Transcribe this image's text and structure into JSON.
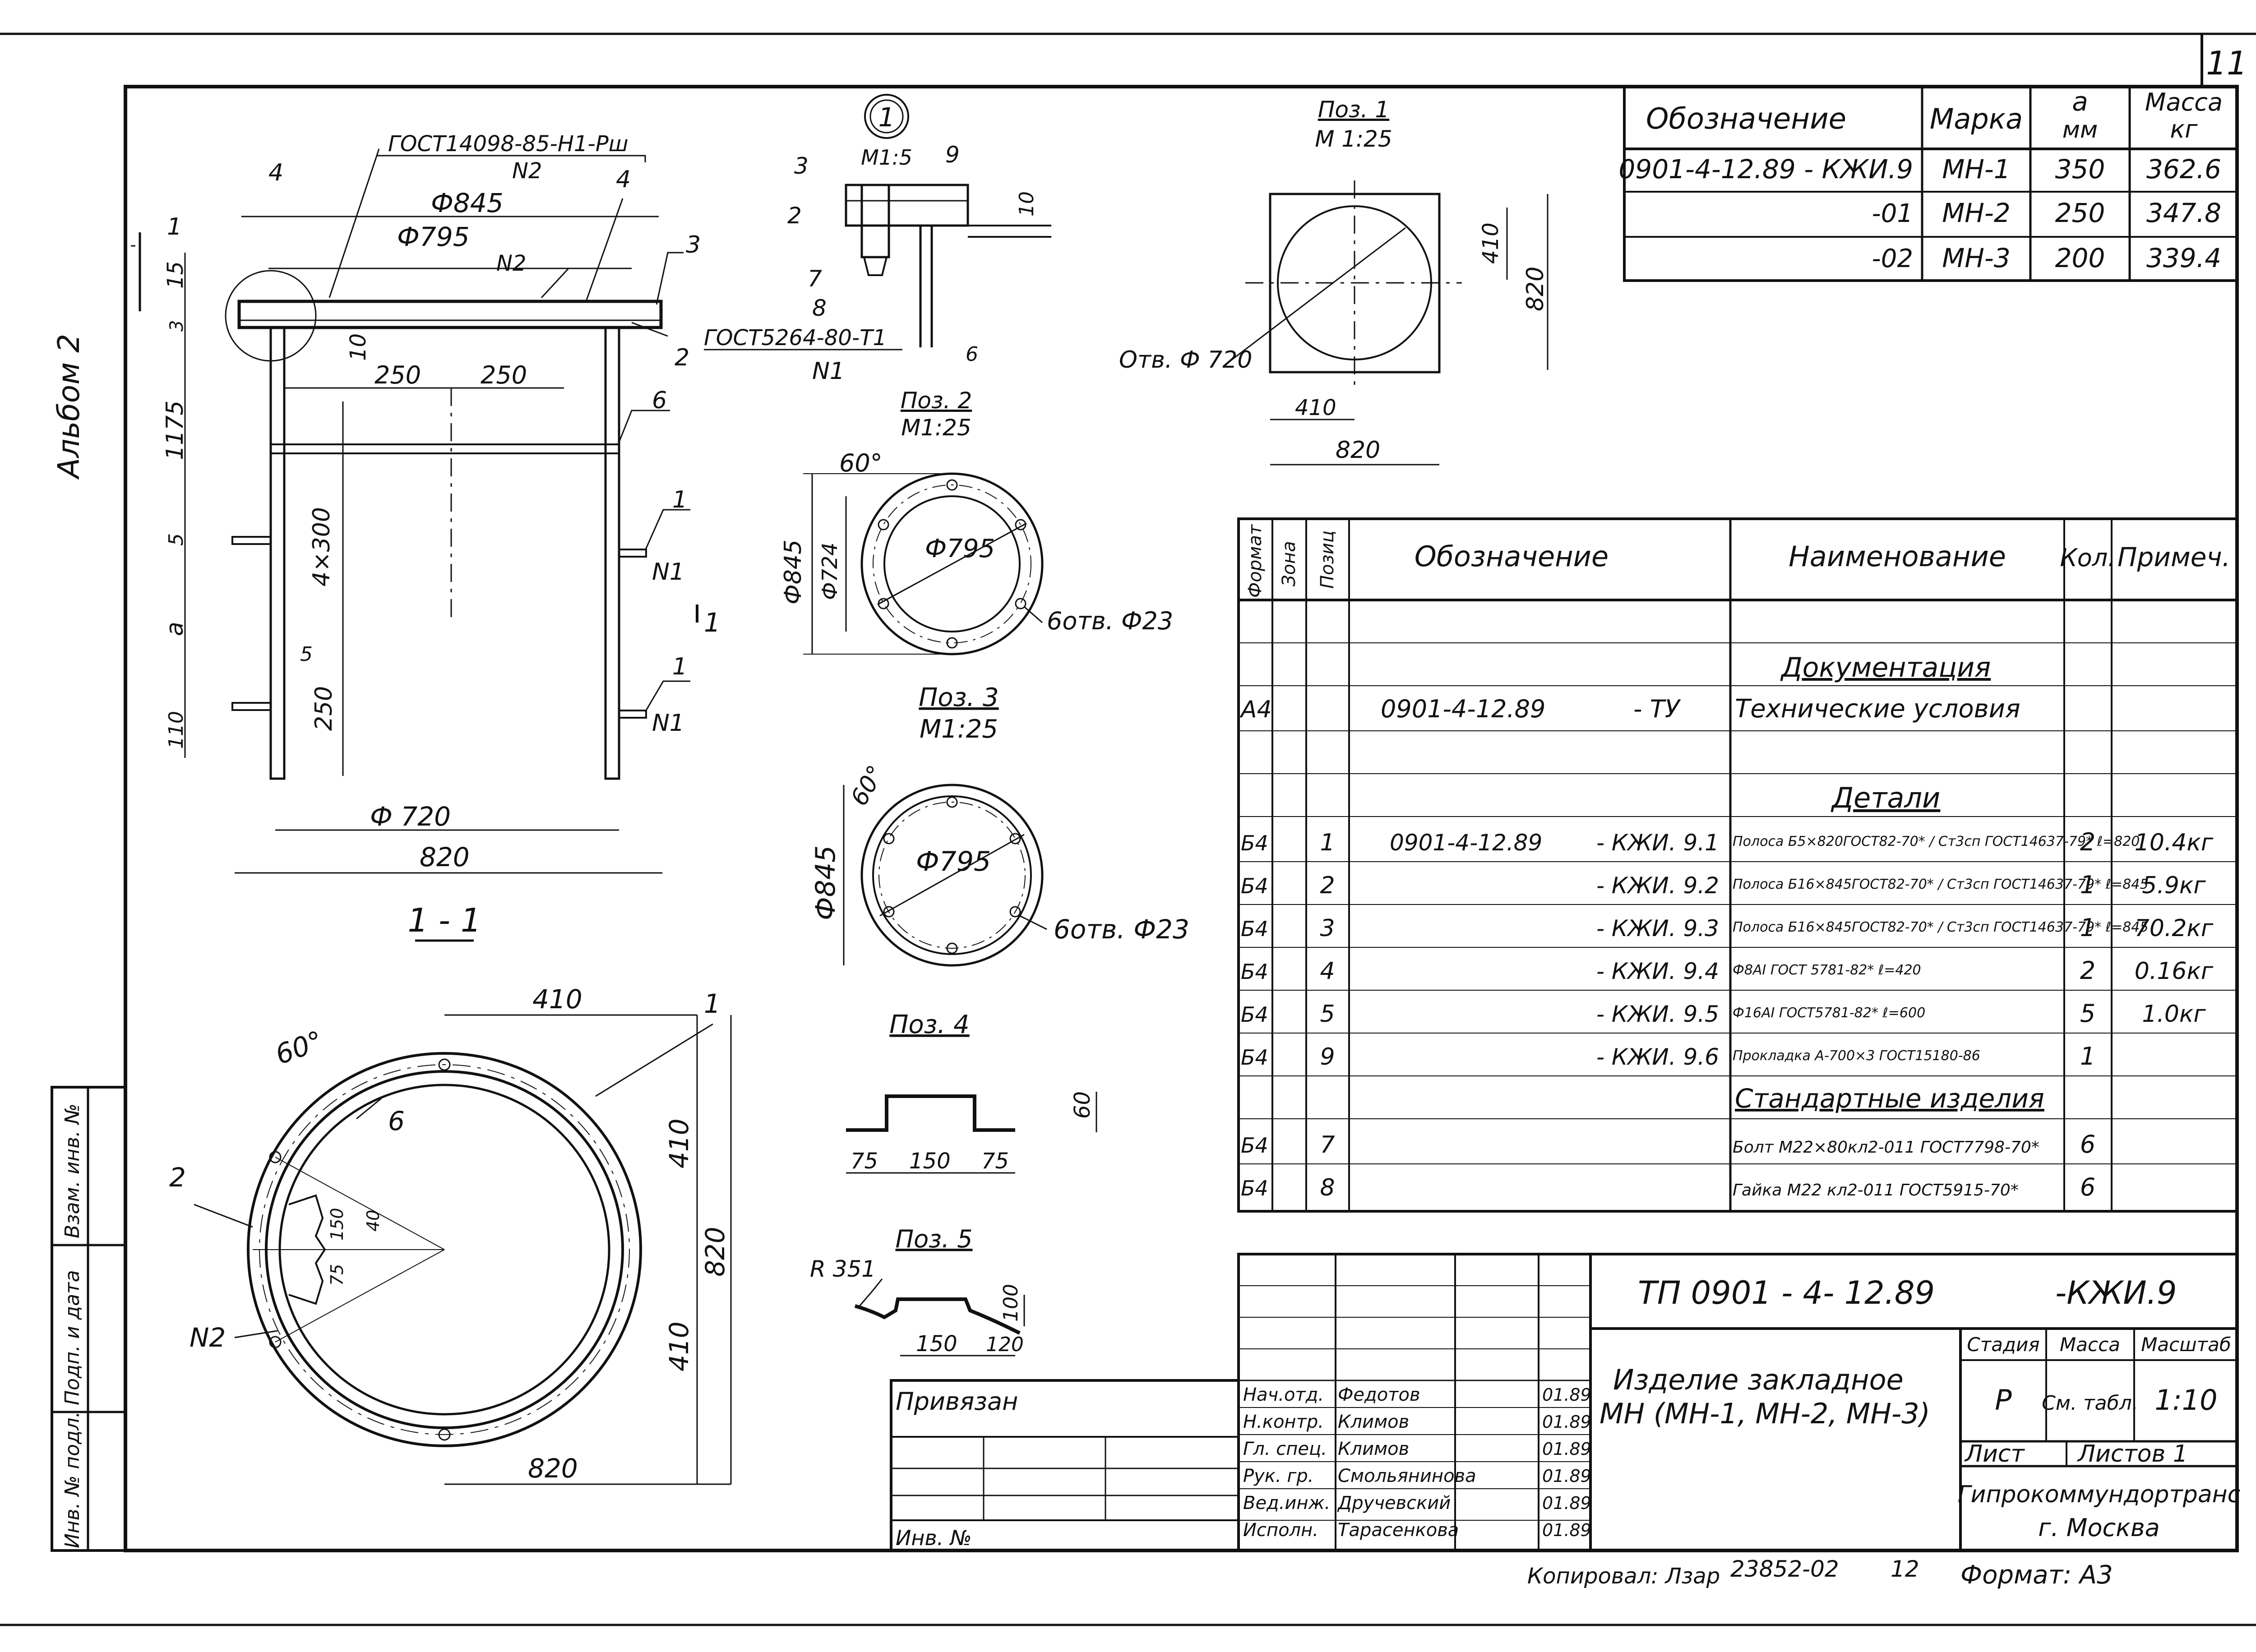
{
  "sheet": {
    "number": "11",
    "album": "Альбом 2",
    "copied_by": "Копировал: Лзар",
    "copy_no": "23852-02",
    "copy_page": "12",
    "format": "Формат: А3"
  },
  "variants_table": {
    "headers": [
      "Обозначение",
      "Марка",
      "a\nмм",
      "Масса\nкг"
    ],
    "rows": [
      [
        "0901-4-12.89 - КЖИ.9",
        "МН-1",
        "350",
        "362.6"
      ],
      [
        "-01",
        "МН-2",
        "250",
        "347.8"
      ],
      [
        "-02",
        "МН-3",
        "200",
        "339.4"
      ]
    ]
  },
  "spec_table": {
    "headers": [
      "Формат",
      "Зона",
      "Позиц",
      "Обозначение",
      "Наименование",
      "Кол.",
      "Примеч."
    ],
    "section_doc": "Документация",
    "doc_row": [
      "А4",
      "",
      "",
      "0901-4-12.89",
      "- ТУ",
      "Технические условия",
      "",
      ""
    ],
    "section_details": "Детали",
    "detail_rows": [
      [
        "Б4",
        "1",
        "0901-4-12.89",
        "- КЖИ. 9.1",
        "Полоса Б5×820ГОСТ82-70* / Ст3сп ГОСТ14637-79* ℓ=820",
        "2",
        "10.4кг"
      ],
      [
        "Б4",
        "2",
        "",
        "- КЖИ. 9.2",
        "Полоса Б16×845ГОСТ82-70* / Ст3сп ГОСТ14637-79* ℓ=845",
        "1",
        "5.9кг"
      ],
      [
        "Б4",
        "3",
        "",
        "- КЖИ. 9.3",
        "Полоса Б16×845ГОСТ82-70* / Ст3сп ГОСТ14637-79* ℓ=845",
        "1",
        "70.2кг"
      ],
      [
        "Б4",
        "4",
        "",
        "- КЖИ. 9.4",
        "Ф8АI ГОСТ 5781-82* ℓ=420",
        "2",
        "0.16кг"
      ],
      [
        "Б4",
        "5",
        "",
        "- КЖИ. 9.5",
        "Ф16АI ГОСТ5781-82* ℓ=600",
        "5",
        "1.0кг"
      ],
      [
        "Б4",
        "9",
        "",
        "- КЖИ. 9.6",
        "Прокладка А-700×3 ГОСТ15180-86",
        "1",
        ""
      ]
    ],
    "section_standard": "Стандартные изделия",
    "standard_rows": [
      [
        "Б4",
        "7",
        "Болт М22×80кл2-011 ГОСТ7798-70*",
        "6"
      ],
      [
        "Б4",
        "8",
        "Гайка М22 кл2-011 ГОСТ5915-70*",
        "6"
      ]
    ]
  },
  "title_block": {
    "project_code": "ТП  0901 - 4- 12.89",
    "mark": "-КЖИ.9",
    "title_line1": "Изделие  закладное",
    "title_line2": "МН  (МН-1, МН-2, МН-3)",
    "stage_h": "Стадия",
    "mass_h": "Масса",
    "scale_h": "Масштаб",
    "stage": "Р",
    "mass": "См. табл.",
    "scale": "1:10",
    "sheet_label": "Лист",
    "sheets_label": "Листов 1",
    "org": "Гипрокоммундортранс",
    "city": "г. Москва",
    "bound_label": "Привязан",
    "inv_label": "Инв. №",
    "signers": [
      [
        "Нач.отд.",
        "Федотов",
        "01.89"
      ],
      [
        "Н.контр.",
        "Климов",
        "01.89"
      ],
      [
        "Гл. спец.",
        "Климов",
        "01.89"
      ],
      [
        "Рук. гр.",
        "Смольянинова",
        "01.89"
      ],
      [
        "Вед.инж.",
        "Дручевский",
        "01.89"
      ],
      [
        "Исполн.",
        "Тарасенкова",
        "01.89"
      ]
    ],
    "side_labels": [
      "Инв. № подл.",
      "Подп. и дата",
      "Взам. инв. №"
    ]
  },
  "drawing": {
    "main_view": {
      "gost_top": "ГОСТ14098-85-Н1-Рш",
      "n2": "N2",
      "d845": "Ф845",
      "d795": "Ф795",
      "d720": "Ф 720",
      "w820": "820",
      "dim_15": "15",
      "dim_3": "3",
      "dim_10": "10",
      "dim_250a": "250",
      "dim_250b": "250",
      "dim_1175": "1175",
      "dim_5": "5",
      "dim_a": "a",
      "dim_4x300": "4×300",
      "dim_5b": "5",
      "dim_250c": "250",
      "dim_110": "110",
      "cut_1": "1",
      "n1a": "N1",
      "n1b": "N1",
      "gost_weld": "ГОСТ5264-80-Т1",
      "n1c": "N1",
      "pos": [
        "1",
        "4",
        "4",
        "3",
        "2",
        "6",
        "1",
        "1"
      ]
    },
    "node1": {
      "mark": "1",
      "scale": "М1:5",
      "dim10": "10",
      "dim6": "6",
      "pos": [
        "3",
        "9",
        "2",
        "7",
        "8"
      ]
    },
    "poz1": {
      "title": "Поз. 1",
      "scale": "М 1:25",
      "d410": "410",
      "d820": "820",
      "hole": "Отв. Ф 720",
      "w410": "410",
      "w820": "820"
    },
    "poz2": {
      "title": "Поз. 2",
      "scale": "М1:25",
      "angle": "60°",
      "d845": "Ф845",
      "d724": "Ф724",
      "d795": "Ф795",
      "holes": "6отв. Ф23"
    },
    "poz3": {
      "title": "Поз. 3",
      "scale": "М1:25",
      "angle": "60°",
      "d845": "Ф845",
      "d795": "Ф795",
      "holes": "6отв. Ф23"
    },
    "poz4": {
      "title": "Поз. 4",
      "h60": "60",
      "a75": "75",
      "b150": "150",
      "c75": "75"
    },
    "poz5": {
      "title": "Поз. 5",
      "r": "R 351",
      "b150": "150",
      "c120": "120",
      "h100": "100"
    },
    "section11": {
      "title": "1 - 1",
      "angle": "60°",
      "w410": "410",
      "h410a": "410",
      "h410b": "410",
      "h820": "820",
      "w820": "820",
      "d150": "150",
      "d40": "40",
      "d75": "75",
      "pos1": "1",
      "pos6": "6",
      "pos2": "2",
      "n2": "N2"
    }
  }
}
